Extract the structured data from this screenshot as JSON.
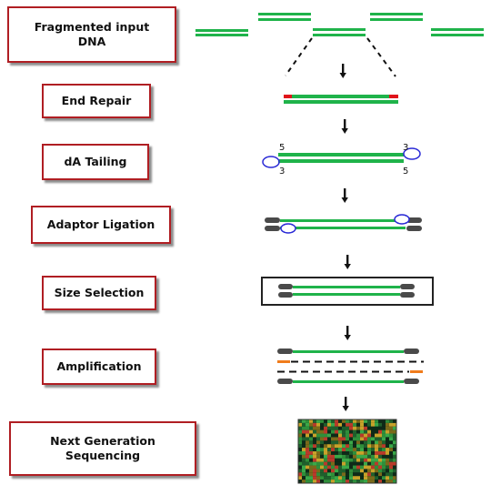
{
  "steps": [
    {
      "label": "Fragmented input\nDNA"
    },
    {
      "label": "End Repair"
    },
    {
      "label": "dA Tailing"
    },
    {
      "label": "Adaptor Ligation"
    },
    {
      "label": "Size Selection"
    },
    {
      "label": "Amplification"
    },
    {
      "label": "Next Generation\nSequencing"
    }
  ],
  "strand_labels": {
    "top_left": "5",
    "top_right": "3",
    "bottom_left": "3",
    "bottom_right": "5"
  },
  "colors": {
    "box_border": "#b01e23",
    "dna_strand": "#1fb34a",
    "repaired_end": "#e0141a",
    "a_tail": "#2a2ad6",
    "adaptor": "#4a4a4a",
    "primer": "#f07c1c",
    "arrow": "#111111"
  }
}
